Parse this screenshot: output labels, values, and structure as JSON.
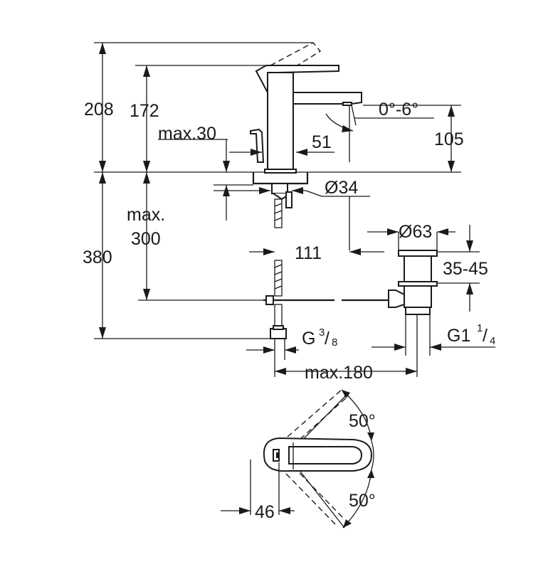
{
  "dimensions": {
    "total_height": "208",
    "spout_height": "172",
    "deck_thickness": "max.30",
    "spout_reach": "51",
    "spout_angle": "0°-6°",
    "outlet_height": "105",
    "hole_diameter": "Ø34",
    "hose_label_max": "max.",
    "hose_length": "300",
    "under_deck": "380",
    "waste_offset": "111",
    "waste_diameter": "Ø63",
    "waste_range": "35-45",
    "connection_prefix": "G",
    "connection_num": "3",
    "connection_den": "8",
    "waste_thread_prefix": "G1",
    "waste_thread_num": "1",
    "waste_thread_den": "4",
    "max_distance": "max.180",
    "lever_angle_top": "50°",
    "lever_angle_bottom": "50°",
    "plan_offset": "46"
  }
}
